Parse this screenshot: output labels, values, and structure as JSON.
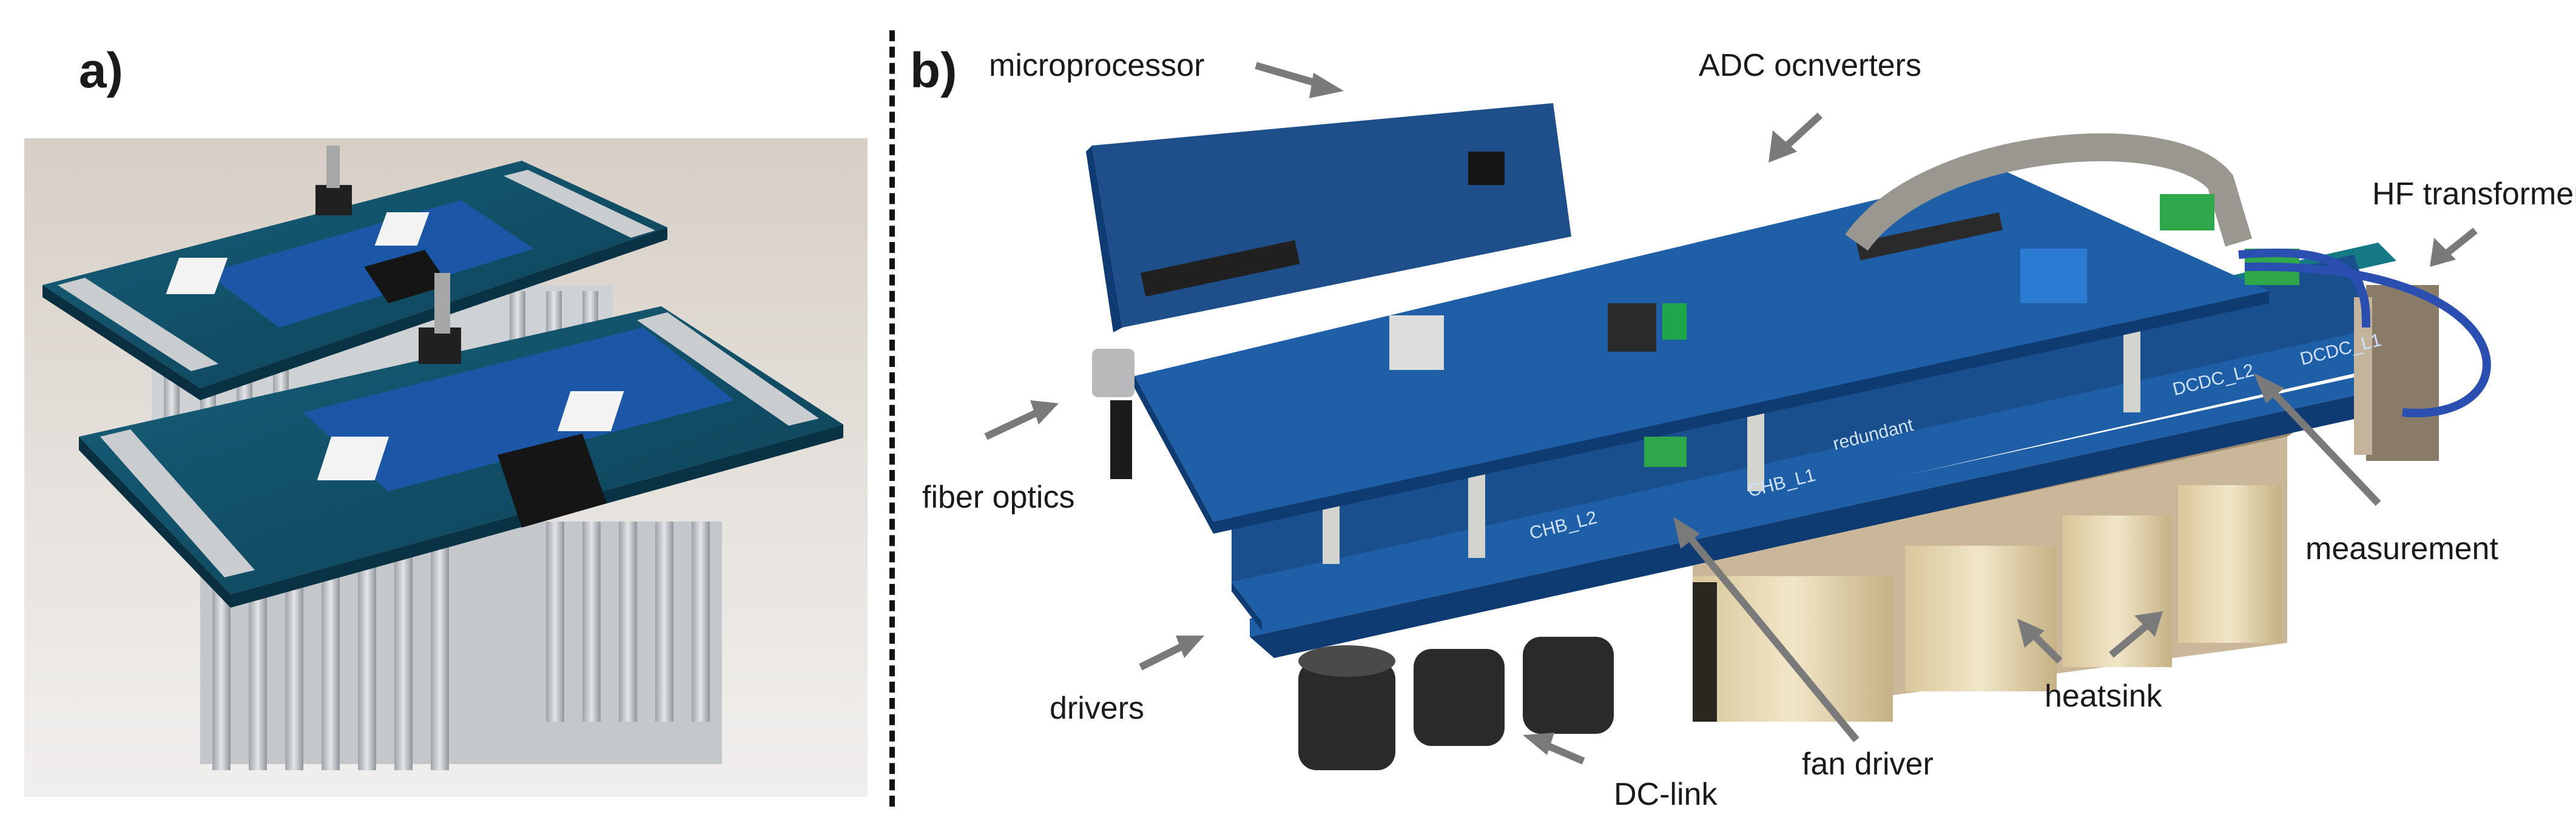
{
  "panel_a": {
    "label": "a)"
  },
  "panel_b": {
    "label": "b)",
    "annotations": {
      "microprocessor": "microprocessor",
      "adc": "ADC ocnverters",
      "hf_transformer": "HF transformer",
      "fiber_optics": "fiber optics",
      "measurement": "measurement",
      "drivers": "drivers",
      "heatsink": "heatsink",
      "fan_driver": "fan driver",
      "dc_link": "DC-link"
    },
    "pcb_markings": [
      "CHB_L2",
      "CHB_L1",
      "redundant",
      "DCDC_L2",
      "DCDC_L1"
    ]
  },
  "colors": {
    "pcb_blue": "#1f5fa8",
    "pcb_dark": "#0f3b73",
    "pcb_teal": "#167a86",
    "heatsink": "#bfc4c9",
    "arrow": "#7a7a7a"
  }
}
